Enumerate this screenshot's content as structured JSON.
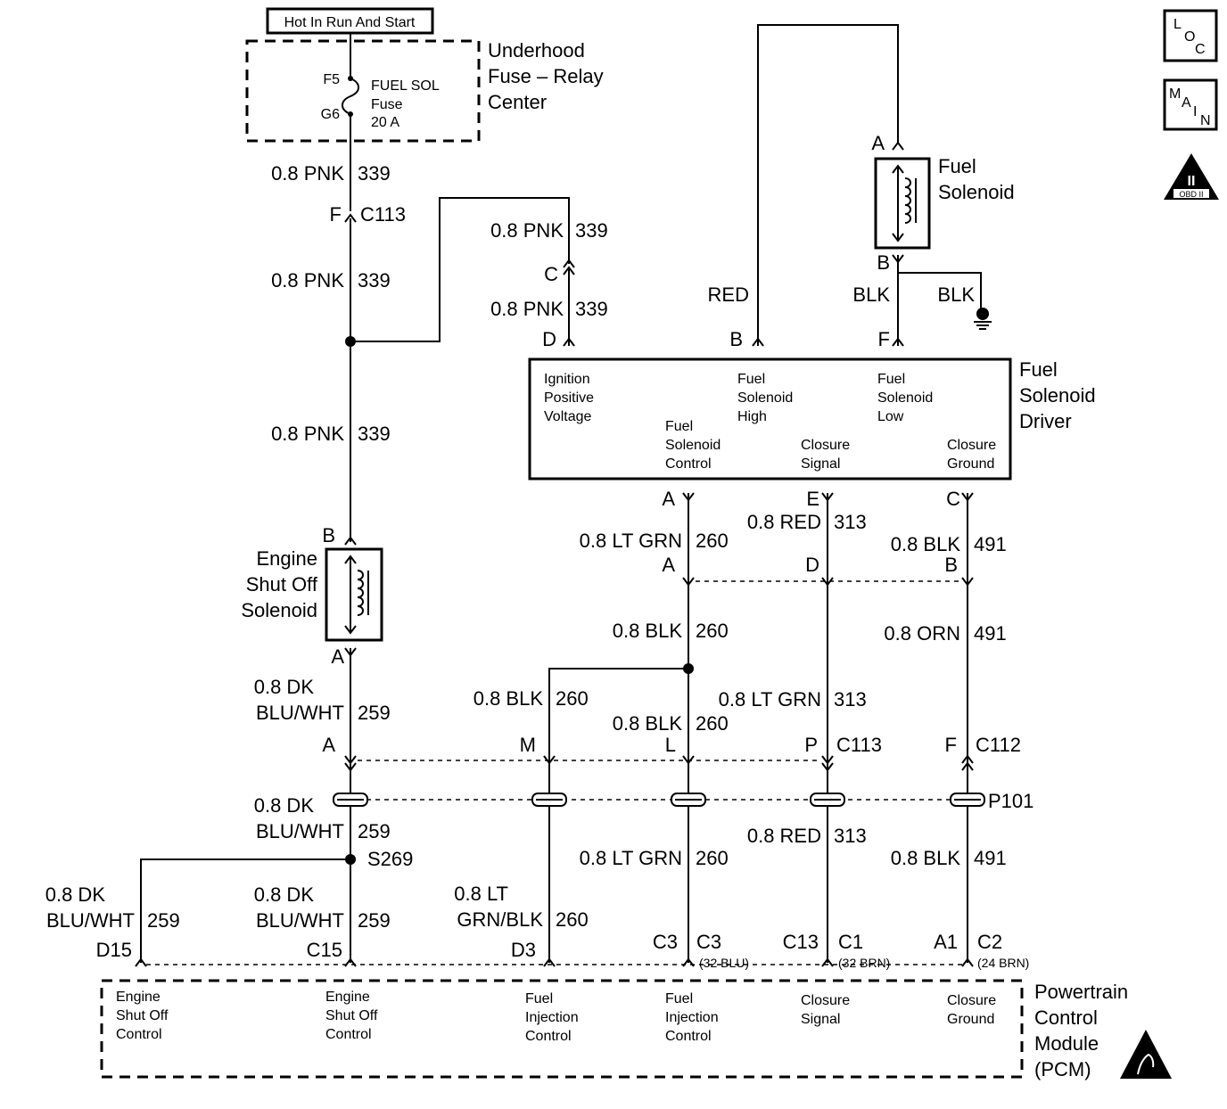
{
  "power": {
    "hot_label": "Hot In Run And Start"
  },
  "fuse_block": {
    "title_1": "Underhood",
    "title_2": "Fuse – Relay",
    "title_3": "Center",
    "pin_top": "F5",
    "pin_bottom": "G6",
    "fuse_1": "FUEL SOL",
    "fuse_2": "Fuse",
    "fuse_3": "20 A"
  },
  "icons": {
    "loc_l": "L",
    "loc_o": "O",
    "loc_c": "C",
    "main_m": "M",
    "main_a": "A",
    "main_i": "I",
    "main_n": "N",
    "obd_2": "II",
    "obd_text": "OBD II"
  },
  "wires": {
    "w339_a": "0.8 PNK",
    "n339_a": "339",
    "c113_f": "F",
    "c113": "C113",
    "w339_b": "0.8 PNK",
    "n339_b": "339",
    "w339_c": "0.8 PNK",
    "n339_c": "339",
    "w339_up": "0.8 PNK",
    "n339_up": "339",
    "pin_c": "C",
    "w339_d": "0.8 PNK",
    "n339_d": "339",
    "pin_d": "D",
    "red": "RED",
    "pin_b": "B",
    "blk": "BLK",
    "pin_f": "F",
    "blk_gnd": "BLK",
    "esos_b": "B",
    "esos_a": "A",
    "w259_a1": "0.8 DK",
    "w259_a2": "BLU/WHT",
    "n259_a": "259",
    "c113_a": "A",
    "w259_b1": "0.8 DK",
    "w259_b2": "BLU/WHT",
    "n259_b": "259",
    "s269": "S269",
    "w259_c1": "0.8 DK",
    "w259_c2": "BLU/WHT",
    "n259_c": "259",
    "w259_d1": "0.8 DK",
    "w259_d2": "BLU/WHT",
    "n259_d": "259",
    "d15": "D15",
    "c15": "C15",
    "fsd_a": "A",
    "w260_a": "0.8 LT GRN",
    "n260_a": "260",
    "conn_a": "A",
    "w260_b": "0.8 BLK",
    "n260_b": "260",
    "w260_c": "0.8 BLK",
    "n260_c": "260",
    "w260_d": "0.8 BLK",
    "n260_d": "260",
    "c113_m": "M",
    "c113_l": "L",
    "w260_e1": "0.8 LT",
    "w260_e2": "GRN/BLK",
    "n260_e": "260",
    "w260_f": "0.8 LT GRN",
    "n260_f": "260",
    "d3": "D3",
    "c3a": "C3",
    "c3b": "C3",
    "c3_note": "(32 BLU)",
    "fsd_e": "E",
    "w313_a": "0.8 RED",
    "n313_a": "313",
    "conn_d": "D",
    "w313_b": "0.8 LT GRN",
    "n313_b": "313",
    "c113_p": "P",
    "c113_b": "C113",
    "w313_c": "0.8 RED",
    "n313_c": "313",
    "c13": "C13",
    "c1": "C1",
    "c1_note": "(32 BRN)",
    "fsd_c": "C",
    "w491_a": "0.8 BLK",
    "n491_a": "491",
    "conn_b": "B",
    "w491_b": "0.8 ORN",
    "n491_b": "491",
    "c112_f": "F",
    "c112": "C112",
    "p101": "P101",
    "w491_c": "0.8 BLK",
    "n491_c": "491",
    "a1": "A1",
    "c2": "C2",
    "c2_note": "(24 BRN)"
  },
  "fuel_solenoid": {
    "pin_a": "A",
    "pin_b": "B",
    "label_1": "Fuel",
    "label_2": "Solenoid"
  },
  "engine_shutoff": {
    "label_1": "Engine",
    "label_2": "Shut Off",
    "label_3": "Solenoid"
  },
  "driver": {
    "title_1": "Fuel",
    "title_2": "Solenoid",
    "title_3": "Driver",
    "ign_1": "Ignition",
    "ign_2": "Positive",
    "ign_3": "Voltage",
    "fsh_1": "Fuel",
    "fsh_2": "Solenoid",
    "fsh_3": "High",
    "fsl_1": "Fuel",
    "fsl_2": "Solenoid",
    "fsl_3": "Low",
    "fsc_1": "Fuel",
    "fsc_2": "Solenoid",
    "fsc_3": "Control",
    "cs_1": "Closure",
    "cs_2": "Signal",
    "cg_1": "Closure",
    "cg_2": "Ground"
  },
  "pcm": {
    "title_1": "Powertrain",
    "title_2": "Control",
    "title_3": "Module",
    "title_4": "(PCM)",
    "c1_1": "Engine",
    "c1_2": "Shut Off",
    "c1_3": "Control",
    "c2_1": "Engine",
    "c2_2": "Shut Off",
    "c2_3": "Control",
    "c3_1": "Fuel",
    "c3_2": "Injection",
    "c3_3": "Control",
    "c4_1": "Fuel",
    "c4_2": "Injection",
    "c4_3": "Control",
    "c5_1": "Closure",
    "c5_2": "Signal",
    "c6_1": "Closure",
    "c6_2": "Ground"
  }
}
